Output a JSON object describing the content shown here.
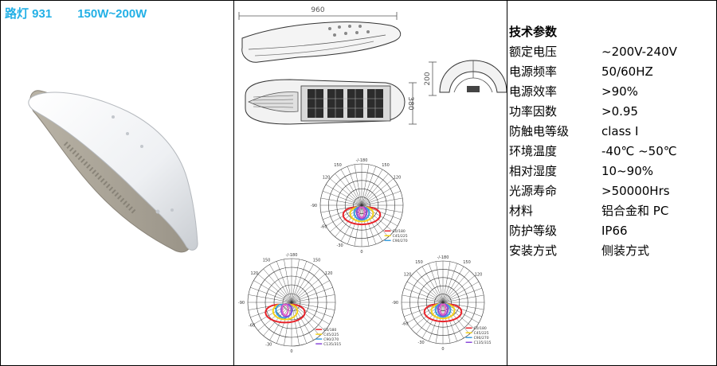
{
  "header": {
    "product": "路灯 931",
    "power": "150W~200W"
  },
  "drawing": {
    "length_label": "960",
    "width_label": "380",
    "height_label": "200"
  },
  "polar": {
    "top_angle": "-/-180",
    "angle_150": "150",
    "angle_120": "120",
    "angle_90": "-90",
    "angle_60": "-60",
    "angle_30": "-30",
    "bottom_angle": "0",
    "legend_top": [
      "C0/180",
      "C45/225",
      "C90/270"
    ],
    "legend_bottom": [
      "C0/180",
      "C45/225",
      "C90/270",
      "C135/315"
    ]
  },
  "specs": {
    "title": "技术参数",
    "rows": [
      {
        "label": "额定电压",
        "value": "~200V-240V"
      },
      {
        "label": "电源频率",
        "value": "50/60HZ"
      },
      {
        "label": "电源效率",
        "value": ">90%"
      },
      {
        "label": "功率因数",
        "value": ">0.95"
      },
      {
        "label": "防触电等级",
        "value": "class I"
      },
      {
        "label": "环境温度",
        "value": "-40℃ ~50℃"
      },
      {
        "label": "相对湿度",
        "value": "10~90%"
      },
      {
        "label": "光源寿命",
        "value": ">50000Hrs"
      },
      {
        "label": "材料",
        "value": "铝合金和 PC"
      },
      {
        "label": "防护等级",
        "value": "IP66"
      },
      {
        "label": "安装方式",
        "value": "侧装方式"
      }
    ]
  },
  "colors": {
    "header": "#23b0e6",
    "curve_red": "#e8232a",
    "curve_yellow": "#f4d21c",
    "curve_blue": "#3a9fe0",
    "curve_violet": "#8a4ad8",
    "curve_pink": "#e062c4"
  }
}
